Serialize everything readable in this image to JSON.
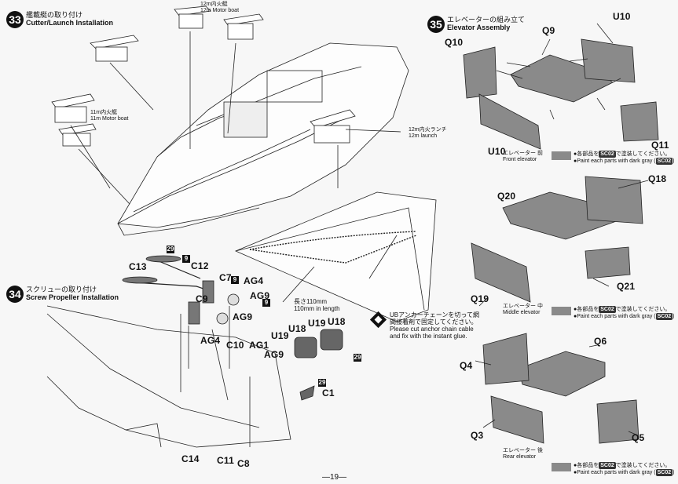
{
  "step33": {
    "num": "33",
    "title_jp": "艦載艇の取り付け",
    "title_en": "Cutter/Launch Installation"
  },
  "step34": {
    "num": "34",
    "title_jp": "スクリューの取り付け",
    "title_en": "Screw Propeller Installation"
  },
  "step35": {
    "num": "35",
    "title_jp": "エレベーターの組み立て",
    "title_en": "Elevator Assembly"
  },
  "callouts": {
    "boat12_motor": {
      "jp": "12m内火艇",
      "en": "12m Motor boat"
    },
    "boat11_motor": {
      "jp": "11m内火艇",
      "en": "11m Motor boat"
    },
    "launch12": {
      "jp": "12m内火ランチ",
      "en": "12m launch"
    },
    "chain_len": {
      "jp": "長さ110mm",
      "en": "110mm in length"
    },
    "chain_note": {
      "jp": "UBアンカーチェーンを切って網間接着剤で固定してください。",
      "en": "Please cut anchor chain cable and fix with the instant glue."
    }
  },
  "parts34": {
    "C13": "C13",
    "C12": "C12",
    "C7": "C7",
    "C9": "C9",
    "AG4a": "AG4",
    "AG9a": "AG9",
    "AG9b": "AG9",
    "AG4b": "AG4",
    "C10": "C10",
    "AG1": "AG1",
    "AG9c": "AG9",
    "U18a": "U18",
    "U19a": "U19",
    "U18b": "U18",
    "U19b": "U19",
    "C1": "C1",
    "C14": "C14",
    "C11": "C11",
    "C8": "C8",
    "b29a": "29",
    "b9a": "9",
    "b9b": "9",
    "b9c": "9",
    "b29b": "29",
    "b29c": "29"
  },
  "parts35": {
    "Q10": "Q10",
    "Q9": "Q9",
    "U10a": "U10",
    "U10b": "U10",
    "Q11": "Q11",
    "Q20": "Q20",
    "Q18": "Q18",
    "Q19": "Q19",
    "Q21": "Q21",
    "Q4": "Q4",
    "Q6": "Q6",
    "Q3": "Q3",
    "Q5": "Q5"
  },
  "elevators": {
    "front": {
      "jp": "エレベーター 前",
      "en": "Front elevator"
    },
    "middle": {
      "jp": "エレベーター 中",
      "en": "Middle elevator"
    },
    "rear": {
      "jp": "エレベーター 後",
      "en": "Rear elevator"
    }
  },
  "paint": {
    "jp_pre": "●各部品を",
    "code": "SC02",
    "jp_post": "で塗装してください。",
    "en_pre": "●Paint each parts with dark gray (",
    "en_post": ")",
    "swatch_color": "#8a8a8a"
  },
  "page": {
    "number": "—19—"
  }
}
